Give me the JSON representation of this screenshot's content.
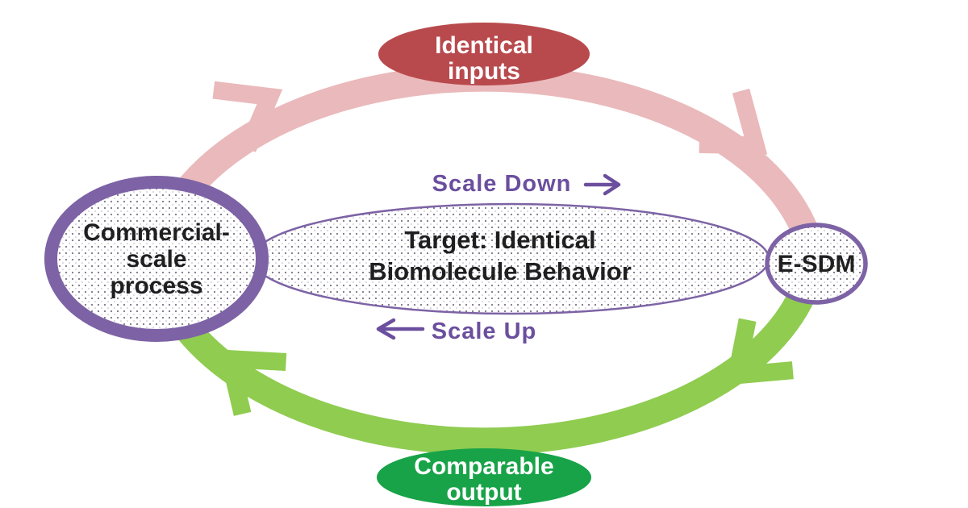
{
  "nodes": {
    "identical_inputs": {
      "line1": "Identical",
      "line2": "inputs"
    },
    "comparable_output": {
      "line1": "Comparable",
      "line2": "output"
    },
    "commercial_scale_process": {
      "line1": "Commercial-",
      "line2": "scale",
      "line3": "process"
    },
    "e_sdm": {
      "label": "E-SDM"
    },
    "target": {
      "line1": "Target: Identical",
      "line2": "Biomolecule Behavior"
    }
  },
  "labels": {
    "scale_down": "Scale Down",
    "scale_up": "Scale Up"
  },
  "colors": {
    "pink_arc": "#eab9bb",
    "green_arc": "#8fcc50",
    "red_node": "#b84a4d",
    "green_node": "#18a348",
    "purple_border": "#7d63a5",
    "purple_text": "#6b4f9e",
    "black_text": "#1f1f1f",
    "white_text": "#ffffff",
    "background": "#ffffff"
  }
}
